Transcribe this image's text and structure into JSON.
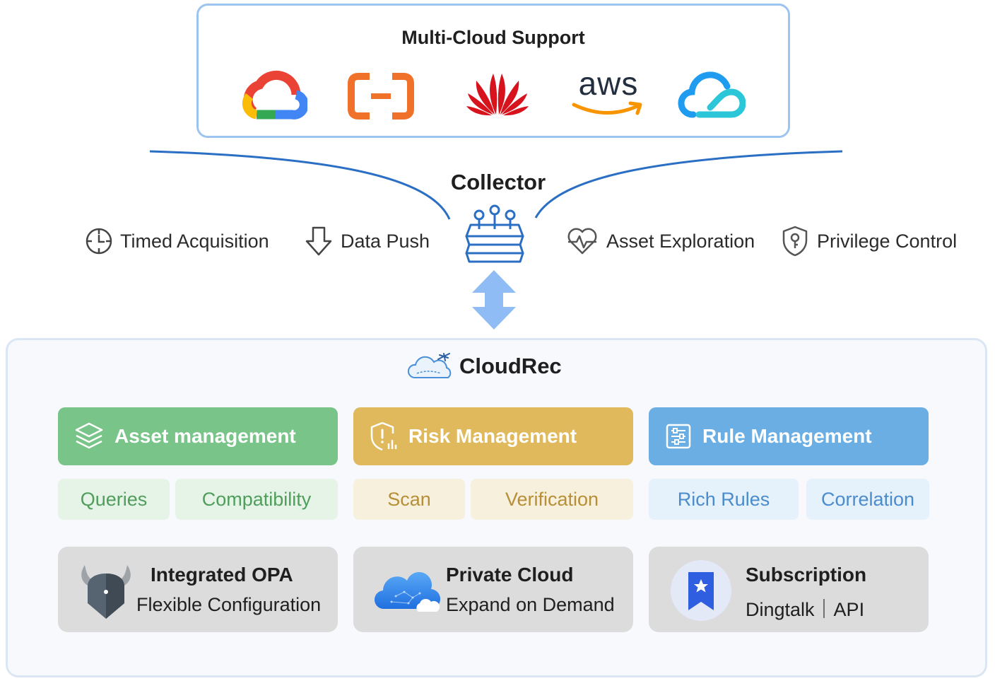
{
  "multi_cloud": {
    "title": "Multi-Cloud Support",
    "providers": [
      {
        "name": "google-cloud",
        "icon": "google-cloud-logo"
      },
      {
        "name": "alibaba-cloud",
        "icon": "alibaba-cloud-logo"
      },
      {
        "name": "huawei-cloud",
        "icon": "huawei-logo"
      },
      {
        "name": "aws",
        "icon": "aws-logo",
        "text": "aws"
      },
      {
        "name": "tencent-cloud",
        "icon": "tencent-cloud-logo"
      }
    ]
  },
  "collector": {
    "title": "Collector",
    "features_left": [
      {
        "label": "Timed Acquisition",
        "icon": "clock-icon"
      },
      {
        "label": "Data Push",
        "icon": "down-arrow-icon"
      }
    ],
    "features_right": [
      {
        "label": "Asset Exploration",
        "icon": "heartbeat-icon"
      },
      {
        "label": "Privilege Control",
        "icon": "shield-key-icon"
      }
    ]
  },
  "cloudrec": {
    "title": "CloudRec",
    "modules": [
      {
        "title": "Asset management",
        "icon": "layers-icon",
        "color": "#79c488",
        "chips": [
          "Queries",
          "Compatibility"
        ]
      },
      {
        "title": "Risk Management",
        "icon": "shield-alert-icon",
        "color": "#e0b95c",
        "chips": [
          "Scan",
          "Verification"
        ]
      },
      {
        "title": "Rule Management",
        "icon": "sliders-icon",
        "color": "#6aaee3",
        "chips": [
          "Rich Rules",
          "Correlation"
        ]
      }
    ],
    "features": [
      {
        "title": "Integrated OPA",
        "subtitle": "Flexible Configuration",
        "icon": "opa-logo"
      },
      {
        "title": "Private Cloud",
        "subtitle": "Expand on Demand",
        "icon": "private-cloud-icon"
      },
      {
        "title": "Subscription",
        "subtitle": "Dingtalk｜API",
        "icon": "bookmark-star-icon"
      }
    ]
  },
  "colors": {
    "connector_line": "#2b6fc4",
    "arrow": "#8fbcf4",
    "box_border": "#9cc4ef"
  }
}
